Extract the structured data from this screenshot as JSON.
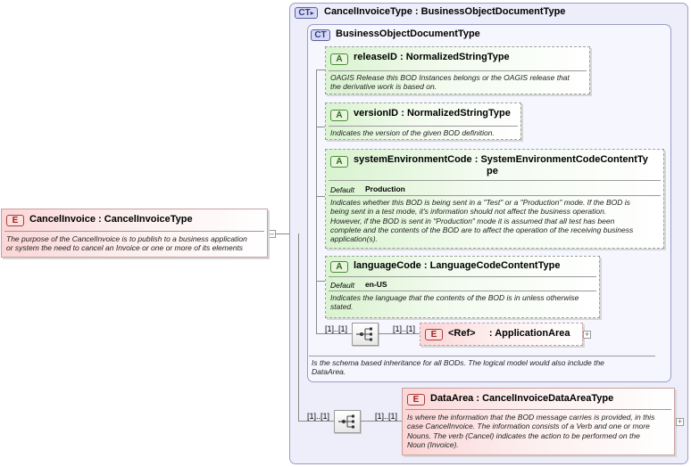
{
  "root": {
    "tag": "E",
    "name": "CancelInvoice",
    "type": "CancelInvoiceType",
    "doc": [
      "The purpose of the CancelInvoice is to publish to a business application",
      "or system the need to cancel an Invoice or one or more of its elements"
    ]
  },
  "outer_type": {
    "tag": "CT",
    "name": "CancelInvoiceType",
    "base": "BusinessObjectDocumentType"
  },
  "inner_type": {
    "tag": "CT",
    "name": "BusinessObjectDocumentType",
    "doc": [
      "Is the schema based inheritance for all BODs. The logical model would also include the",
      "DataArea."
    ]
  },
  "attributes": [
    {
      "tag": "A",
      "name": "releaseID",
      "type": "NormalizedStringType",
      "doc": [
        "OAGIS Release this BOD Instances belongs or the OAGIS release that",
        "the derivative work is based on."
      ]
    },
    {
      "tag": "A",
      "name": "versionID",
      "type": "NormalizedStringType",
      "doc": [
        "Indicates the version of the given BOD definition."
      ]
    },
    {
      "tag": "A",
      "name": "systemEnvironmentCode",
      "type_line1": "SystemEnvironmentCodeContentTy",
      "type_line2": "pe",
      "default_label": "Default",
      "default_value": "Production",
      "doc": [
        "Indicates whether this BOD is being sent in a \"Test\" or a \"Production\" mode. If the BOD is",
        "being sent in a test mode, it's information should not affect the business operation.",
        "However, if the BOD is sent in \"Production\" mode it is assumed that all test has been",
        "complete and the contents of the BOD are to affect the operation of the receiving business",
        "application(s)."
      ]
    },
    {
      "tag": "A",
      "name": "languageCode",
      "type": "LanguageCodeContentType",
      "default_label": "Default",
      "default_value": "en-US",
      "doc": [
        "Indicates the language that the contents of the BOD is in unless otherwise",
        "stated."
      ]
    }
  ],
  "application_area": {
    "tag": "E",
    "ref": "<Ref>",
    "name": "ApplicationArea",
    "card_left": "[1]..[1]",
    "card_right": "[1]..[1]"
  },
  "data_area": {
    "tag": "E",
    "name": "DataArea",
    "type": "CancelInvoiceDataAreaType",
    "card_left": "[1]..[1]",
    "card_right": "[1]..[1]",
    "doc": [
      "Is where the information that the BOD message carries is provided, in this",
      "case CancelInvoice. The information consists of a Verb and one or more",
      "Nouns. The verb (Cancel) indicates the action to be performed on the",
      "Noun (Invoice)."
    ]
  },
  "sep": ":",
  "icons": {
    "sequence": "sequence-icon",
    "expand": "expand-plus-icon",
    "collapse": "collapse-minus-icon",
    "ct_derived": "complex-type-derived-icon"
  }
}
